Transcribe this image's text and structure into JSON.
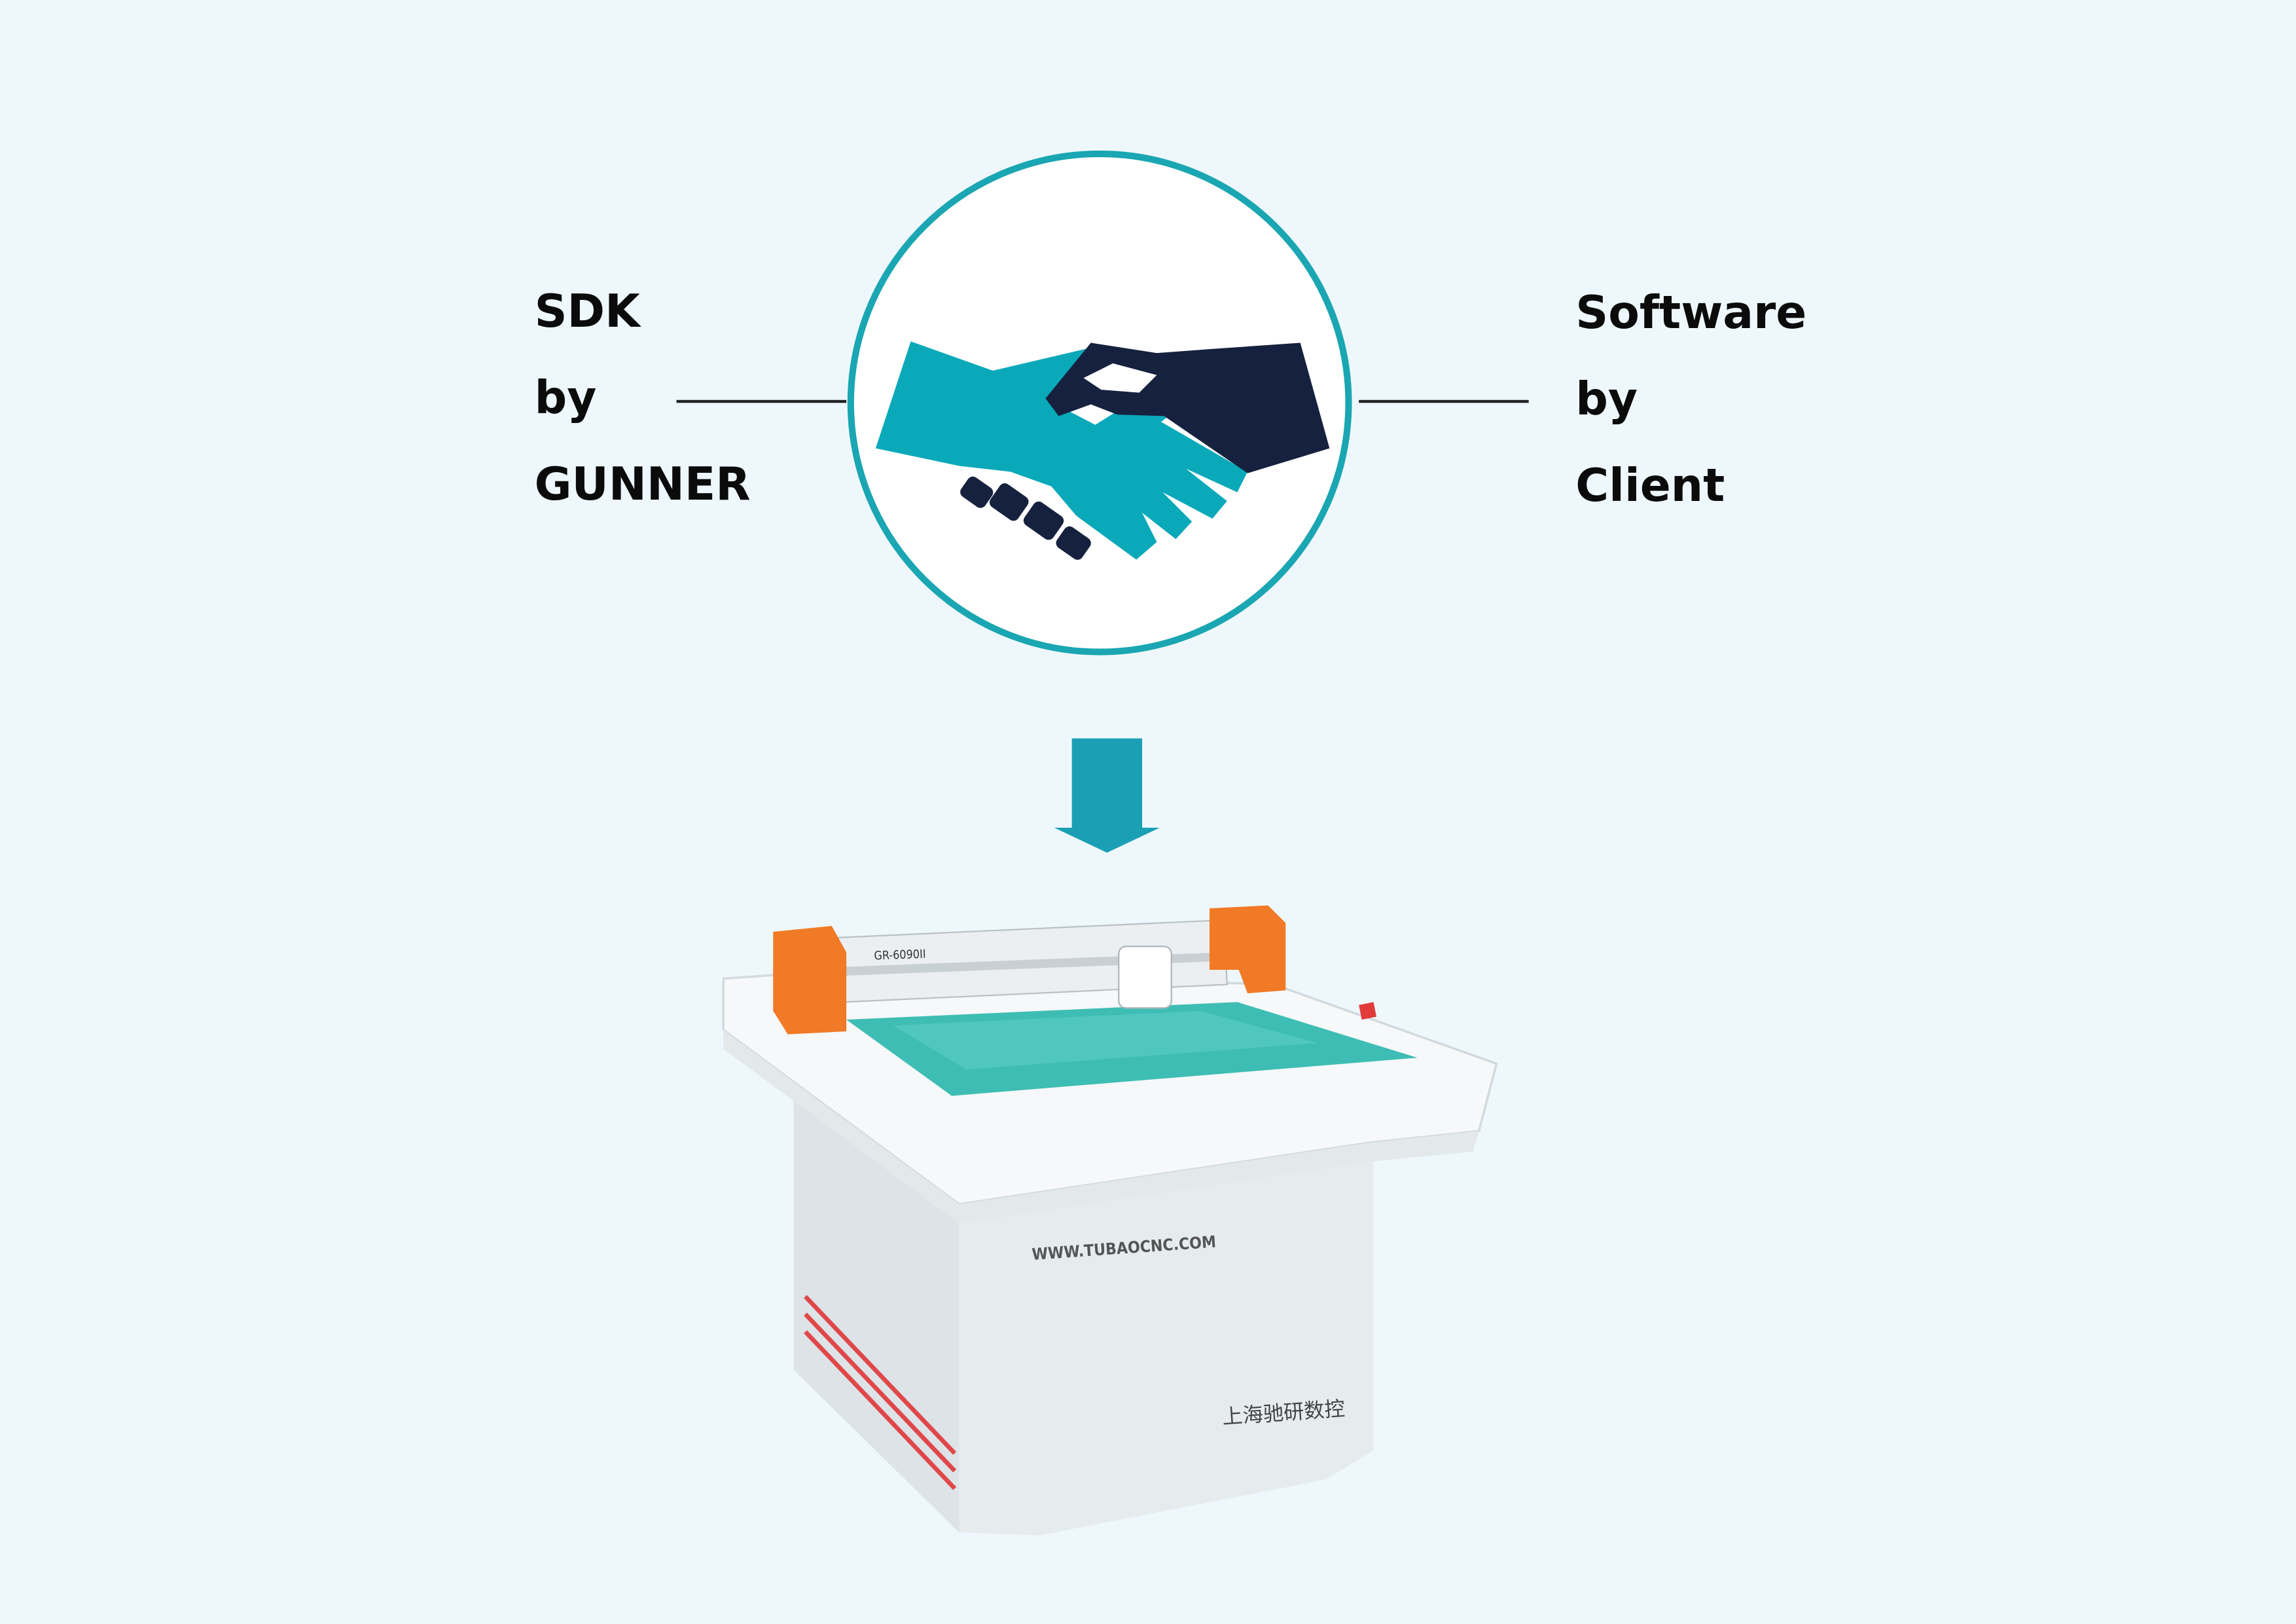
{
  "left_label": {
    "line1": "SDK",
    "line2": "by",
    "line3": "GUNNER"
  },
  "right_label": {
    "line1": "Software",
    "line2": "by",
    "line3": "Client"
  },
  "machine": {
    "model_plate": "GR-6090II",
    "website": "WWW.TUBAOCNC.COM",
    "brand": "上海驰研数控"
  },
  "colors": {
    "background": "#eef8fc",
    "circle_ring": "#1aa6b2",
    "hand_teal": "#0aa9b9",
    "hand_navy": "#16213f",
    "arrow": "#1b9fb5",
    "orange": "#f07a26",
    "cutting_bed": "#3ebdb4"
  },
  "icons": [
    "handshake-icon",
    "down-arrow-icon"
  ]
}
